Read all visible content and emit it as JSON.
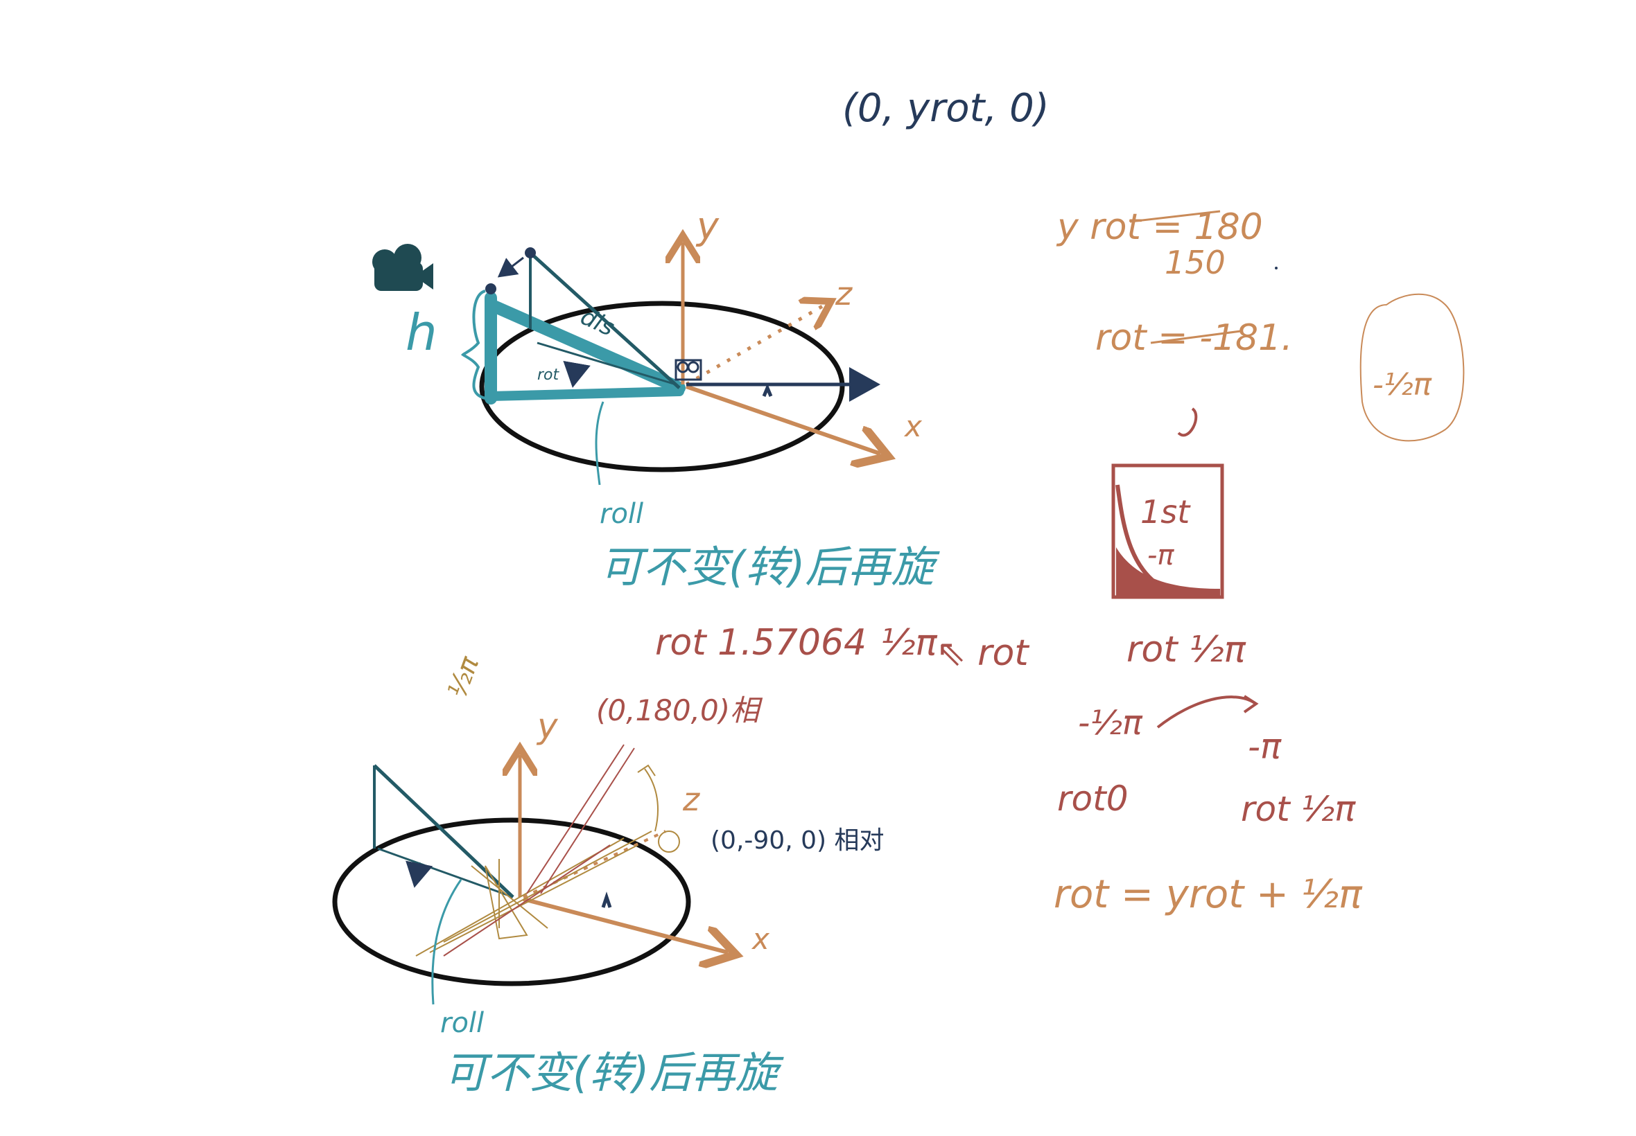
{
  "title": "(0, yrot, 0)",
  "diagram_top": {
    "axis_y": "y",
    "axis_z": "z",
    "axis_x": "x",
    "h_label": "h",
    "dis_label": "dis",
    "rot_label": "rot",
    "roll_label": "roll",
    "note": "可不变(转)后再旋"
  },
  "rot_value_line": {
    "text": "rot 1.57064",
    "half_pi": "½π",
    "arrow_rot": "⇖ rot"
  },
  "top_right_notes": {
    "yrot_eq": "y rot = 180",
    "val_150": "150",
    "rot_eq": "rot = -181.",
    "circled": "-½π"
  },
  "red_card": {
    "line1": "1st",
    "line2": "-π"
  },
  "right_equations": {
    "rot_half_pi": "rot ½π",
    "neg_half_pi": "-½π",
    "neg_pi": "-π",
    "rot0": "rot0",
    "rot_half_pi2": "rot ½π",
    "final": "rot = yrot + ½π"
  },
  "diagram_bottom": {
    "side_label": "½π",
    "rel_180": "(0,180,0)相",
    "rel_neg90": "(0,-90, 0) 相对",
    "axis_y": "y",
    "axis_z": "z",
    "axis_x": "x",
    "roll_label": "roll",
    "note": "可不变(转)后再旋"
  },
  "colors": {
    "navy": "#263a5a",
    "orange": "#c98a58",
    "teal": "#3b9aa8",
    "dark_teal": "#235a66",
    "brown_red": "#a8504a",
    "gold": "#b08a40"
  }
}
